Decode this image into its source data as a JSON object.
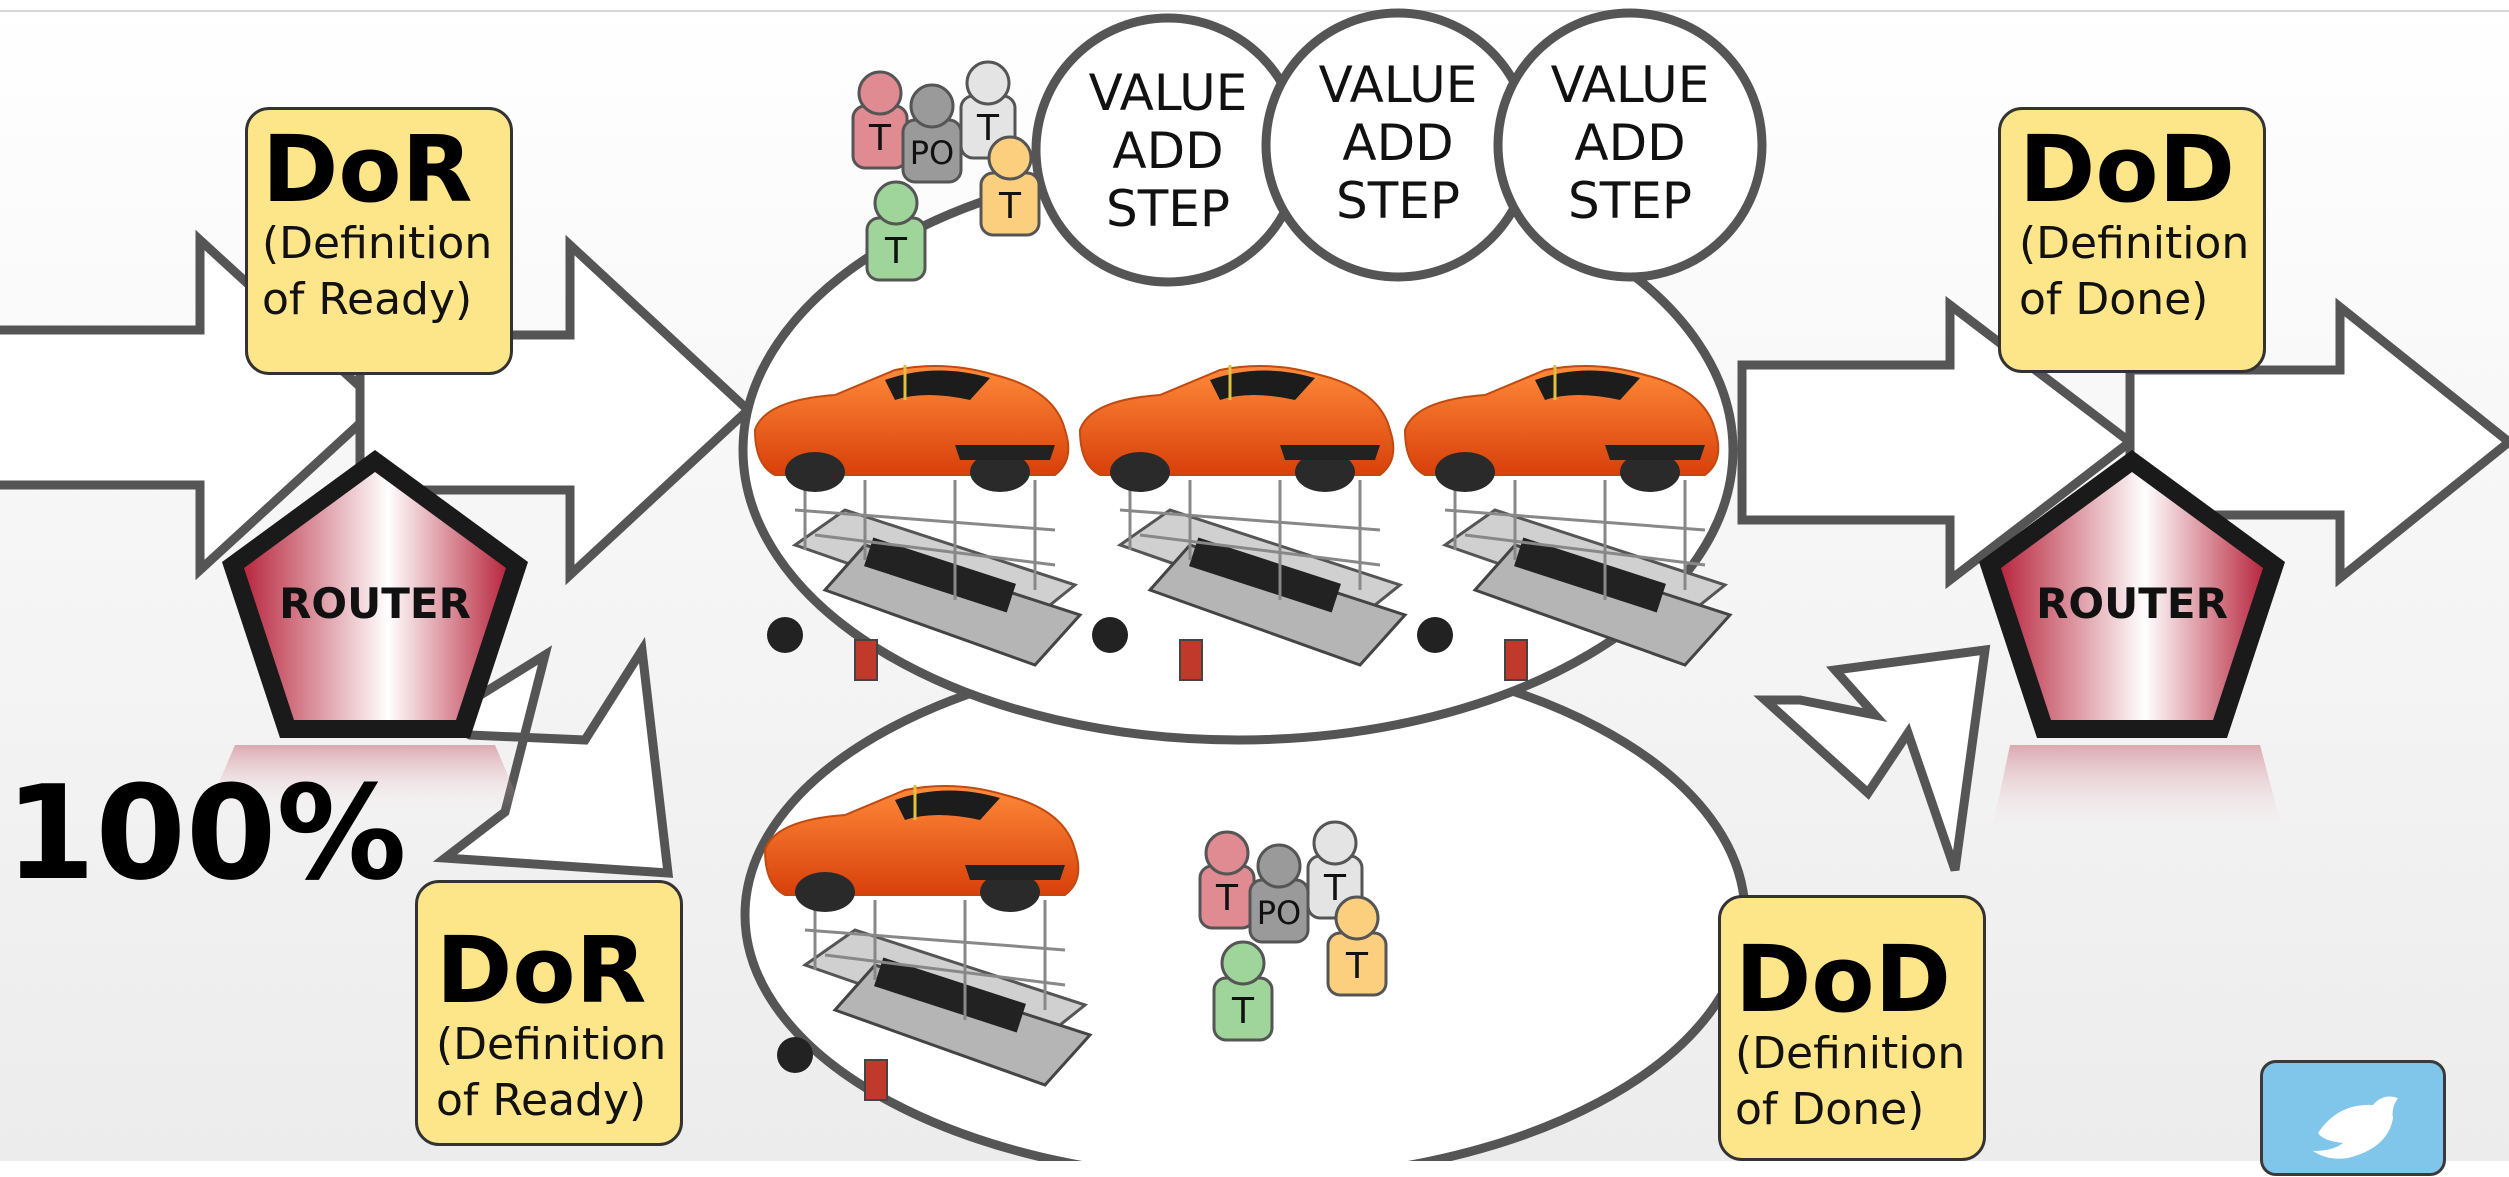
{
  "value_add_steps": [
    "VALUE\nADD\nSTEP",
    "VALUE\nADD\nSTEP",
    "VALUE\nADD\nSTEP"
  ],
  "value_step_lines": [
    "VALUE",
    "ADD",
    "STEP"
  ],
  "routers": [
    {
      "label": "ROUTER"
    },
    {
      "label": "ROUTER"
    }
  ],
  "percentage": "100%",
  "dor": {
    "abbr": "DoR",
    "line1": "(Definition",
    "line2": "of Ready)"
  },
  "dod": {
    "abbr": "DoD",
    "line1": "(Definition",
    "line2": "of Done)"
  },
  "team": {
    "po": "PO",
    "member": "T"
  },
  "colors": {
    "router_red": "#b8283f",
    "box_yellow": "#fde58a",
    "car_orange": "#f05a10",
    "twitter_blue": "#7fc6ea"
  },
  "icons": [
    "car-chassis-icon",
    "team-icon",
    "twitter-icon"
  ]
}
